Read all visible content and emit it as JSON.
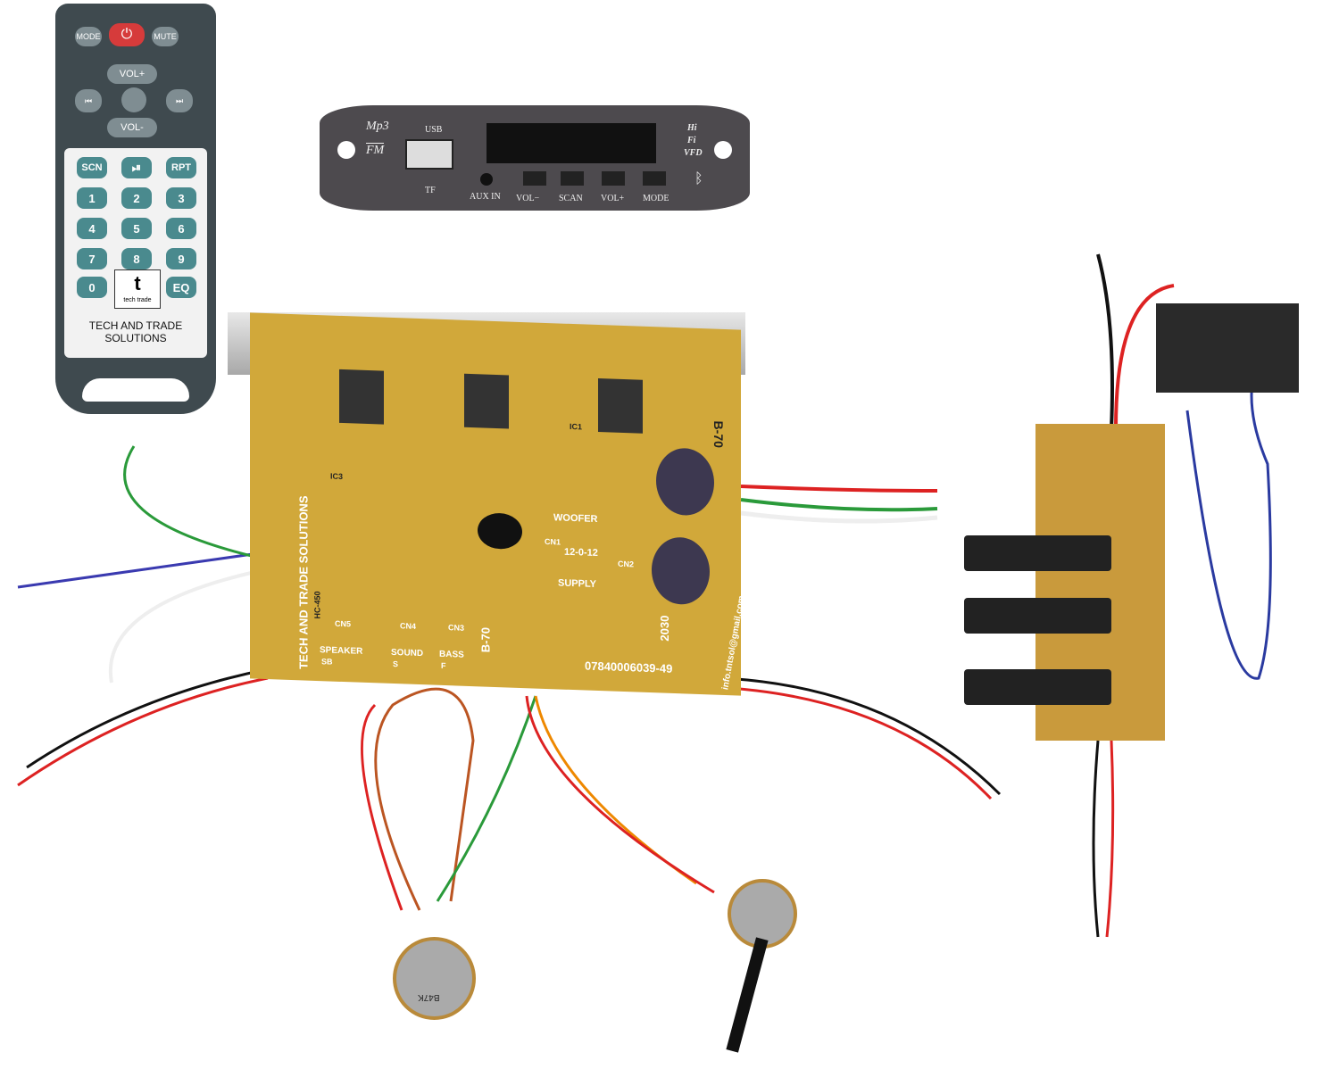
{
  "remote": {
    "top_buttons": [
      "MODE",
      "MUTE"
    ],
    "power_icon": "power-icon",
    "vol_up": "VOL+",
    "vol_down": "VOL-",
    "prev_icon": "prev-track-icon",
    "next_icon": "next-track-icon",
    "keys_row1": [
      "SCN",
      "⏯",
      "RPT"
    ],
    "digits": [
      "1",
      "2",
      "3",
      "4",
      "5",
      "6",
      "7",
      "8",
      "9",
      "0"
    ],
    "eq": "EQ",
    "logo_text": "tech trade",
    "brand_line1": "TECH AND TRADE",
    "brand_line2": "SOLUTIONS"
  },
  "mp3_module": {
    "logo_top": "Mp3",
    "logo_bottom": "FM",
    "usb": "USB",
    "tf": "TF",
    "aux": "AUX IN",
    "buttons": [
      "VOL−",
      "SCAN",
      "VOL+",
      "MODE"
    ],
    "badge": [
      "Hi",
      "Fi",
      "VFD"
    ],
    "bluetooth_icon": "bluetooth-icon"
  },
  "amp_board": {
    "model": "B-70",
    "brand": "TECH AND TRADE SOLUTIONS",
    "woofer": "WOOFER",
    "cn1": "CN1",
    "supply_voltage": "12-0-12",
    "supply": "SUPPLY",
    "cn2": "CN2",
    "connectors": [
      {
        "id": "CN5",
        "label": "SPEAKER",
        "sub": "SB"
      },
      {
        "id": "CN4",
        "label": "SOUND",
        "sub": "S"
      },
      {
        "id": "CN3",
        "label": "BASS",
        "sub": "F"
      }
    ],
    "phone": "07840006039-49",
    "chip": "HC-450",
    "ic": "2030",
    "email": "info.tntsol@gmail.com",
    "ic_labels": [
      "IC3",
      "IC1"
    ]
  },
  "potentiometer": {
    "label": "B47K"
  },
  "colors": {
    "pcb": "#d1a83a",
    "remote": "#3f4a4f",
    "mp3": "#4d4a4e",
    "power": "#d63b3b"
  }
}
